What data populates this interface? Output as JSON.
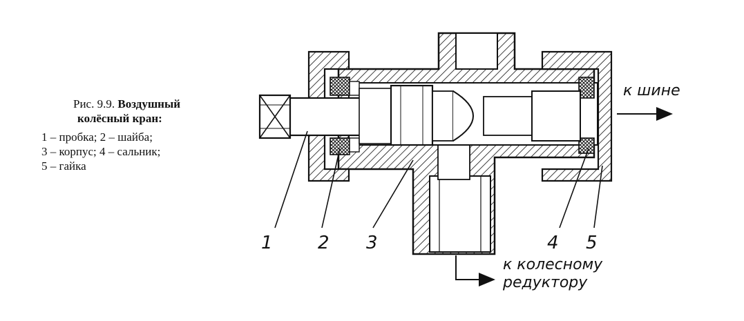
{
  "caption": {
    "fig_number": "Рис. 9.9.",
    "title_line1": "Воздушный",
    "title_line2": "колёсный кран:",
    "legend": [
      "1 – пробка;  2 – шайба;",
      "3 – корпус; 4 – сальник;",
      "5 – гайка"
    ]
  },
  "diagram": {
    "labels": [
      "1",
      "2",
      "3",
      "4",
      "5"
    ],
    "to_tire": "к шине",
    "to_reducer_line1": "к  колесному",
    "to_reducer_line2": "редуктору"
  }
}
